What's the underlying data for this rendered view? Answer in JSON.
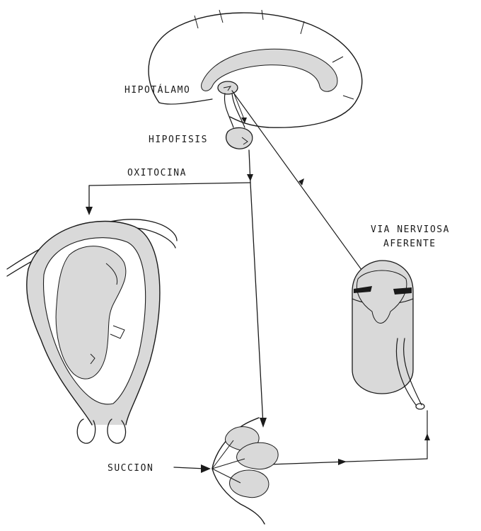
{
  "labels": {
    "hypothalamus": "HIPOTÁLAMO",
    "pituitary": "HIPOFISIS",
    "oxytocin": "OXITOCINA",
    "afferent_line1": "VIA NERVIOSA",
    "afferent_line2": "AFERENTE",
    "suction": "SUCCION"
  },
  "colors": {
    "ink": "#1a1a1a",
    "shading": "#d9d9d9",
    "background": "#ffffff"
  }
}
